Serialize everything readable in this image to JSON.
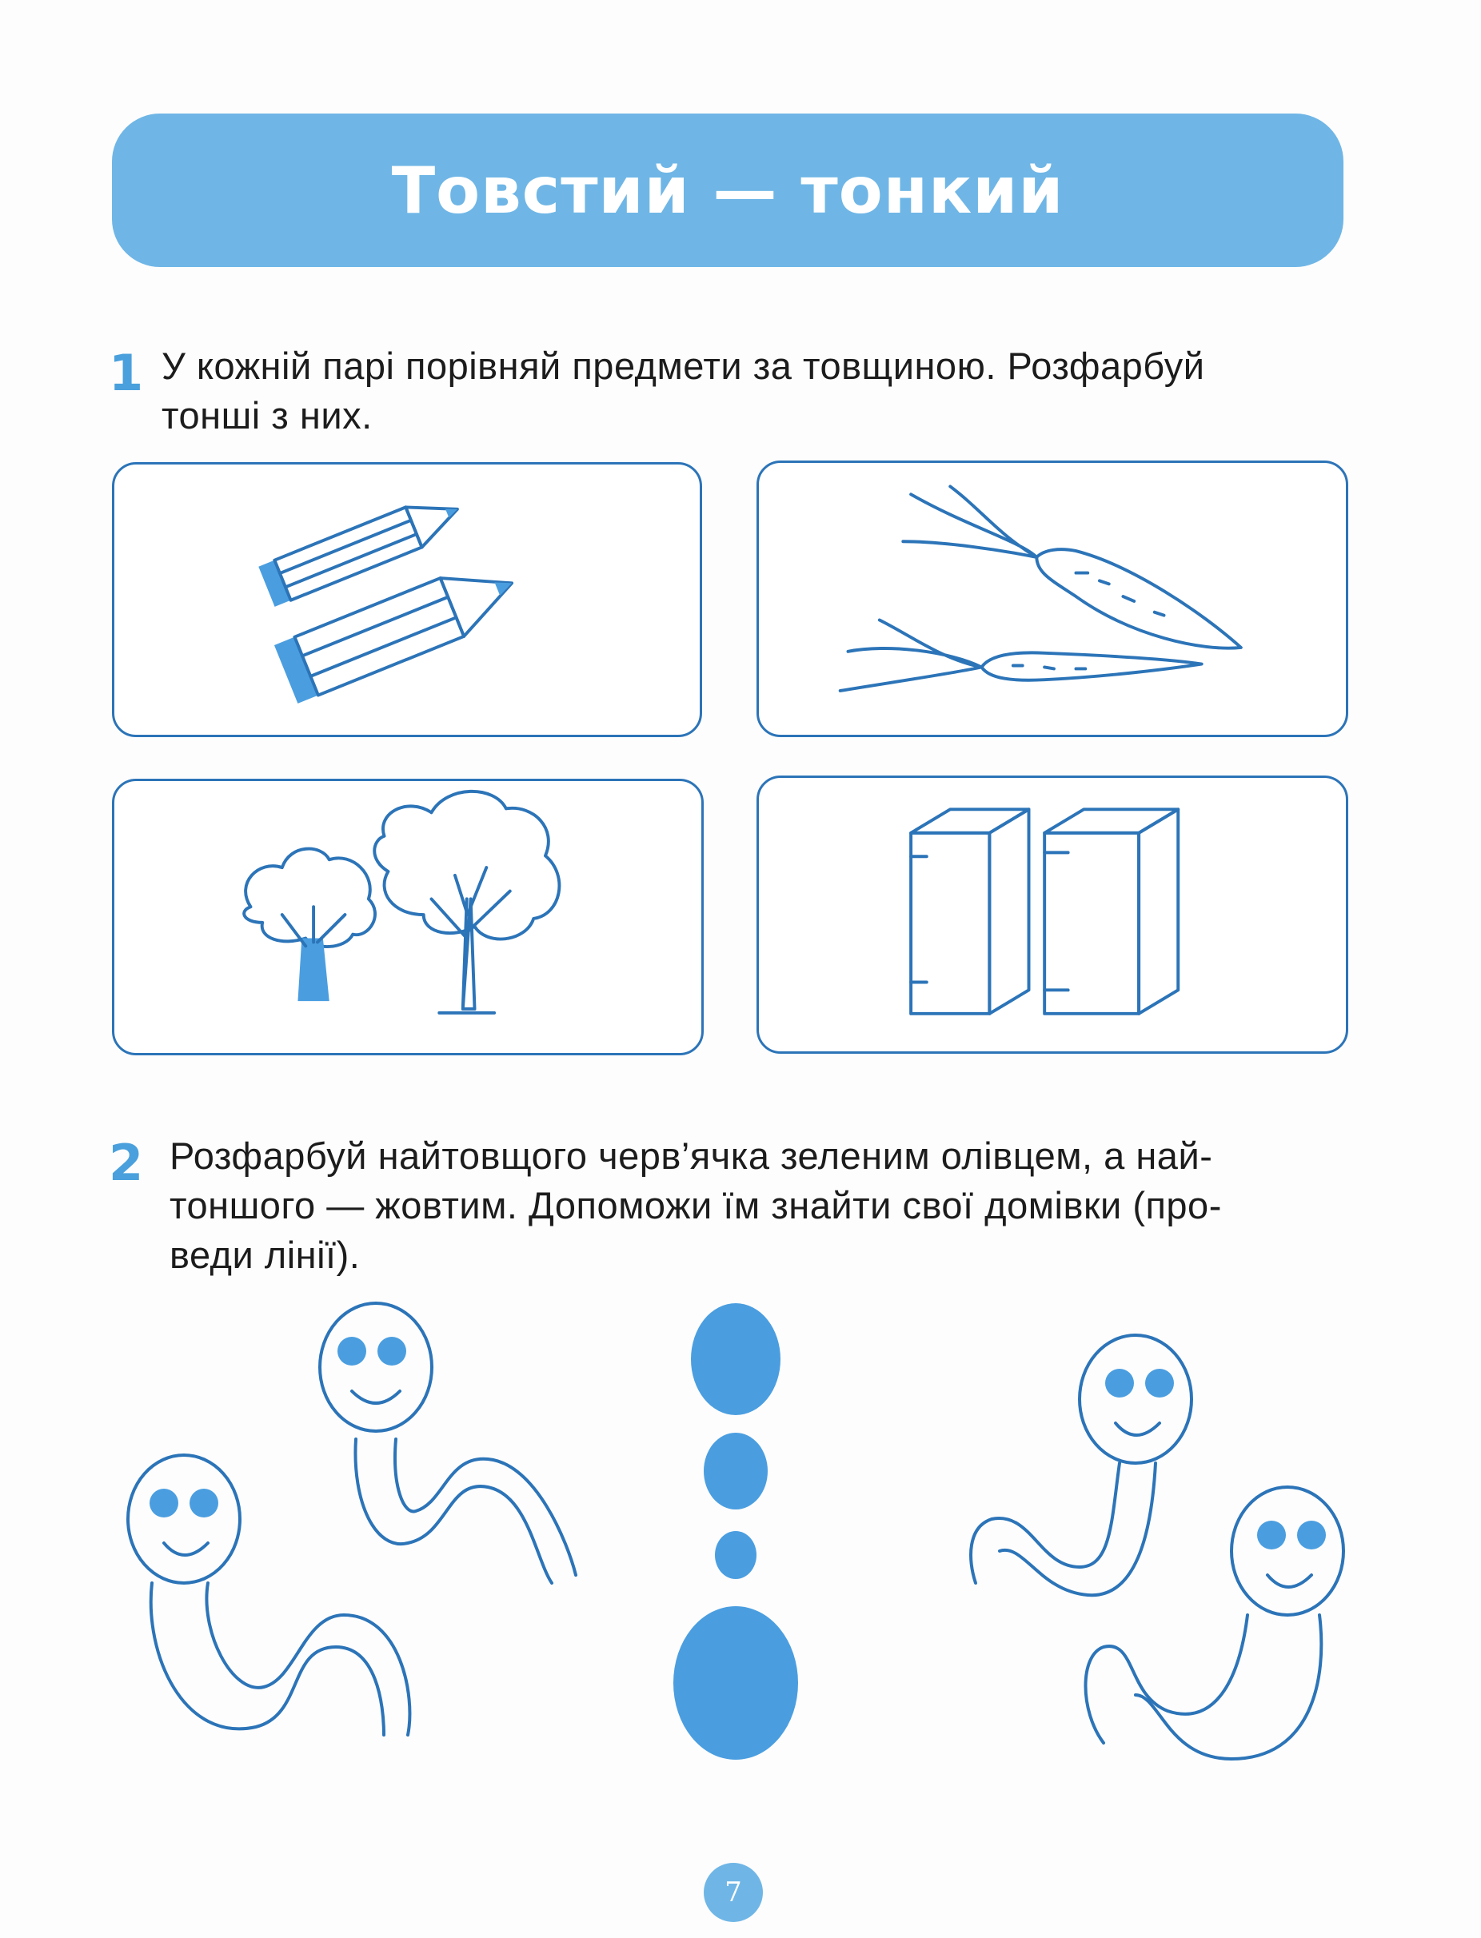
{
  "header": {
    "title": "Товстий — тонкий"
  },
  "task1": {
    "number": "1",
    "text_line1": "У кожній парі порівняй предмети за товщиною. Розфарбуй",
    "text_line2": "тонші з них."
  },
  "task2": {
    "number": "2",
    "text_line1": "Розфарбуй найтовщого черв’ячка зеленим олівцем, а най-",
    "text_line2": "тоншого — жовтим. Допоможи їм знайти свої домівки (про-",
    "text_line3": "веди лінії)."
  },
  "panels": [
    {
      "name": "pencils-panel",
      "icon": "pencil-pair"
    },
    {
      "name": "carrots-panel",
      "icon": "carrot-pair"
    },
    {
      "name": "trees-panel",
      "icon": "tree-pair"
    },
    {
      "name": "books-panel",
      "icon": "book-pair"
    }
  ],
  "footer": {
    "page_number": "7"
  },
  "colors": {
    "accent": "#6fb6e6",
    "line": "#2c74b8",
    "fill": "#4a9ee0"
  }
}
